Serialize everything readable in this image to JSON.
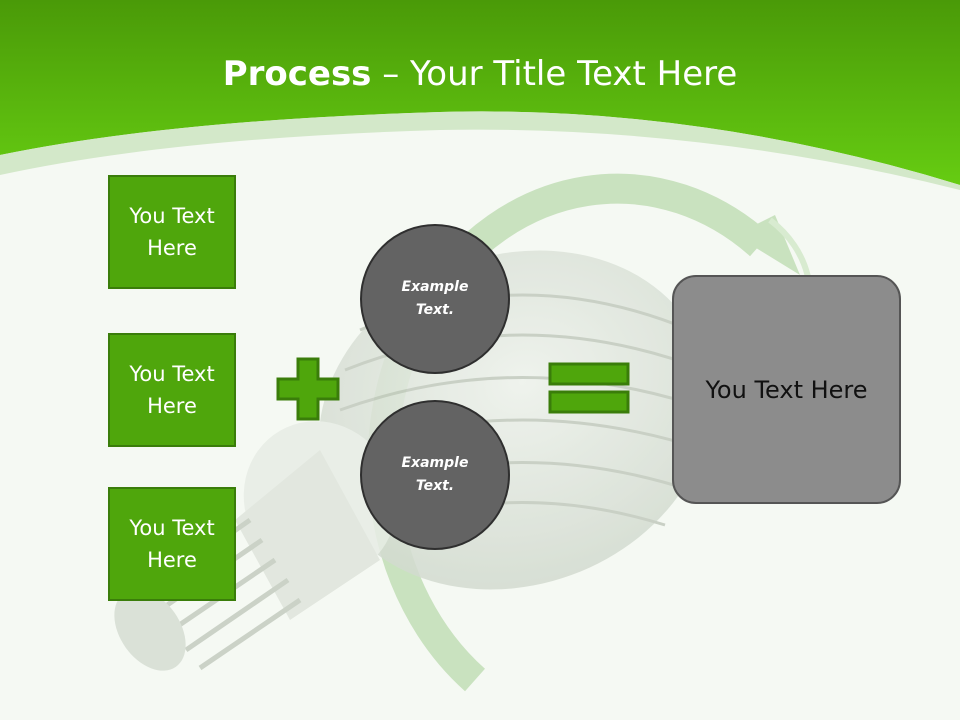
{
  "title": {
    "bold": "Process",
    "rest": " – Your Title Text Here"
  },
  "left_boxes": [
    {
      "line1": "You Text",
      "line2": "Here"
    },
    {
      "line1": "You Text",
      "line2": "Here"
    },
    {
      "line1": "You Text",
      "line2": "Here"
    }
  ],
  "circles": [
    {
      "line1": "Example",
      "line2": "Text."
    },
    {
      "line1": "Example",
      "line2": "Text."
    }
  ],
  "result": {
    "text": "You Text Here"
  },
  "colors": {
    "header_green": "#5cc40e",
    "box_green": "#4fa60c",
    "circle_gray": "#636363",
    "result_gray": "#8c8c8c",
    "background": "#f5f9f3"
  },
  "icons": [
    "plus-icon",
    "equals-icon",
    "recycle-arrow-graphic",
    "led-bulb-graphic"
  ]
}
